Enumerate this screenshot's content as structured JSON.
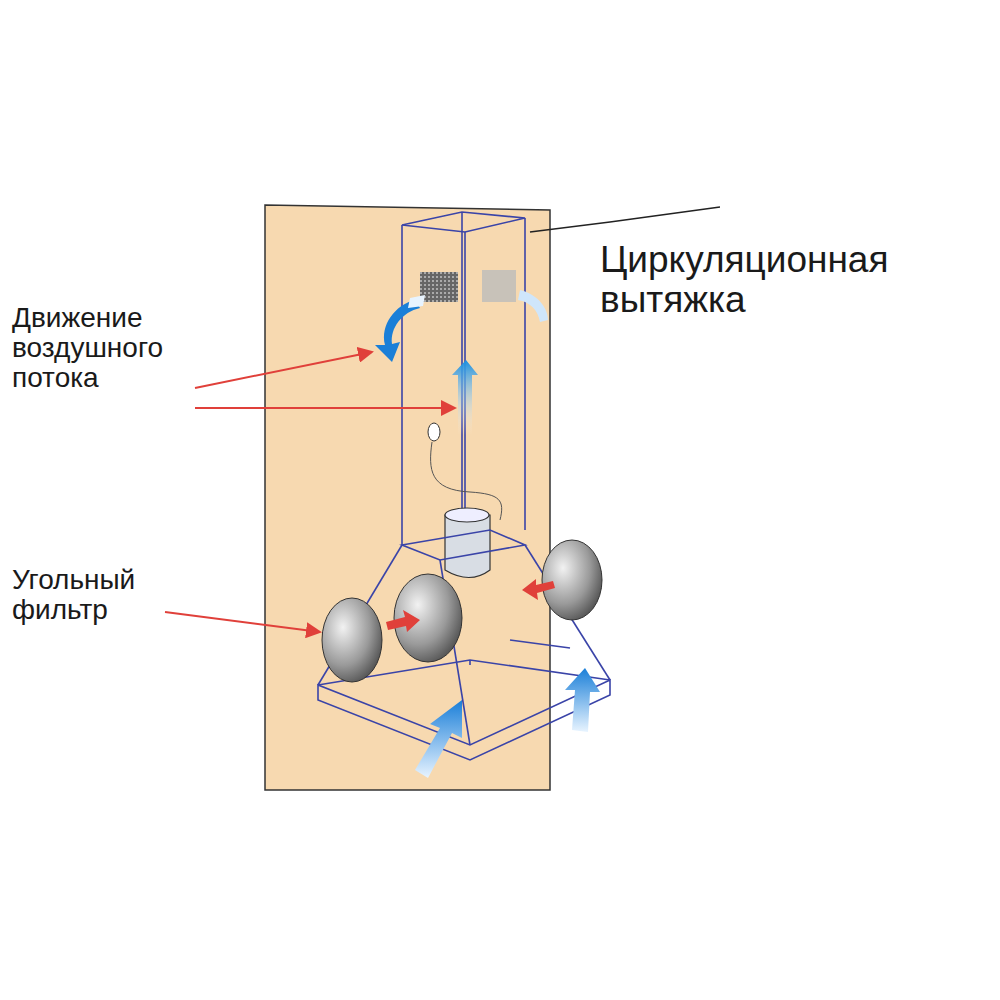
{
  "diagram": {
    "title": "Циркуляционная вытяжка",
    "labels": [
      "Движение воздушного потока",
      "Угольный фильтр"
    ]
  }
}
